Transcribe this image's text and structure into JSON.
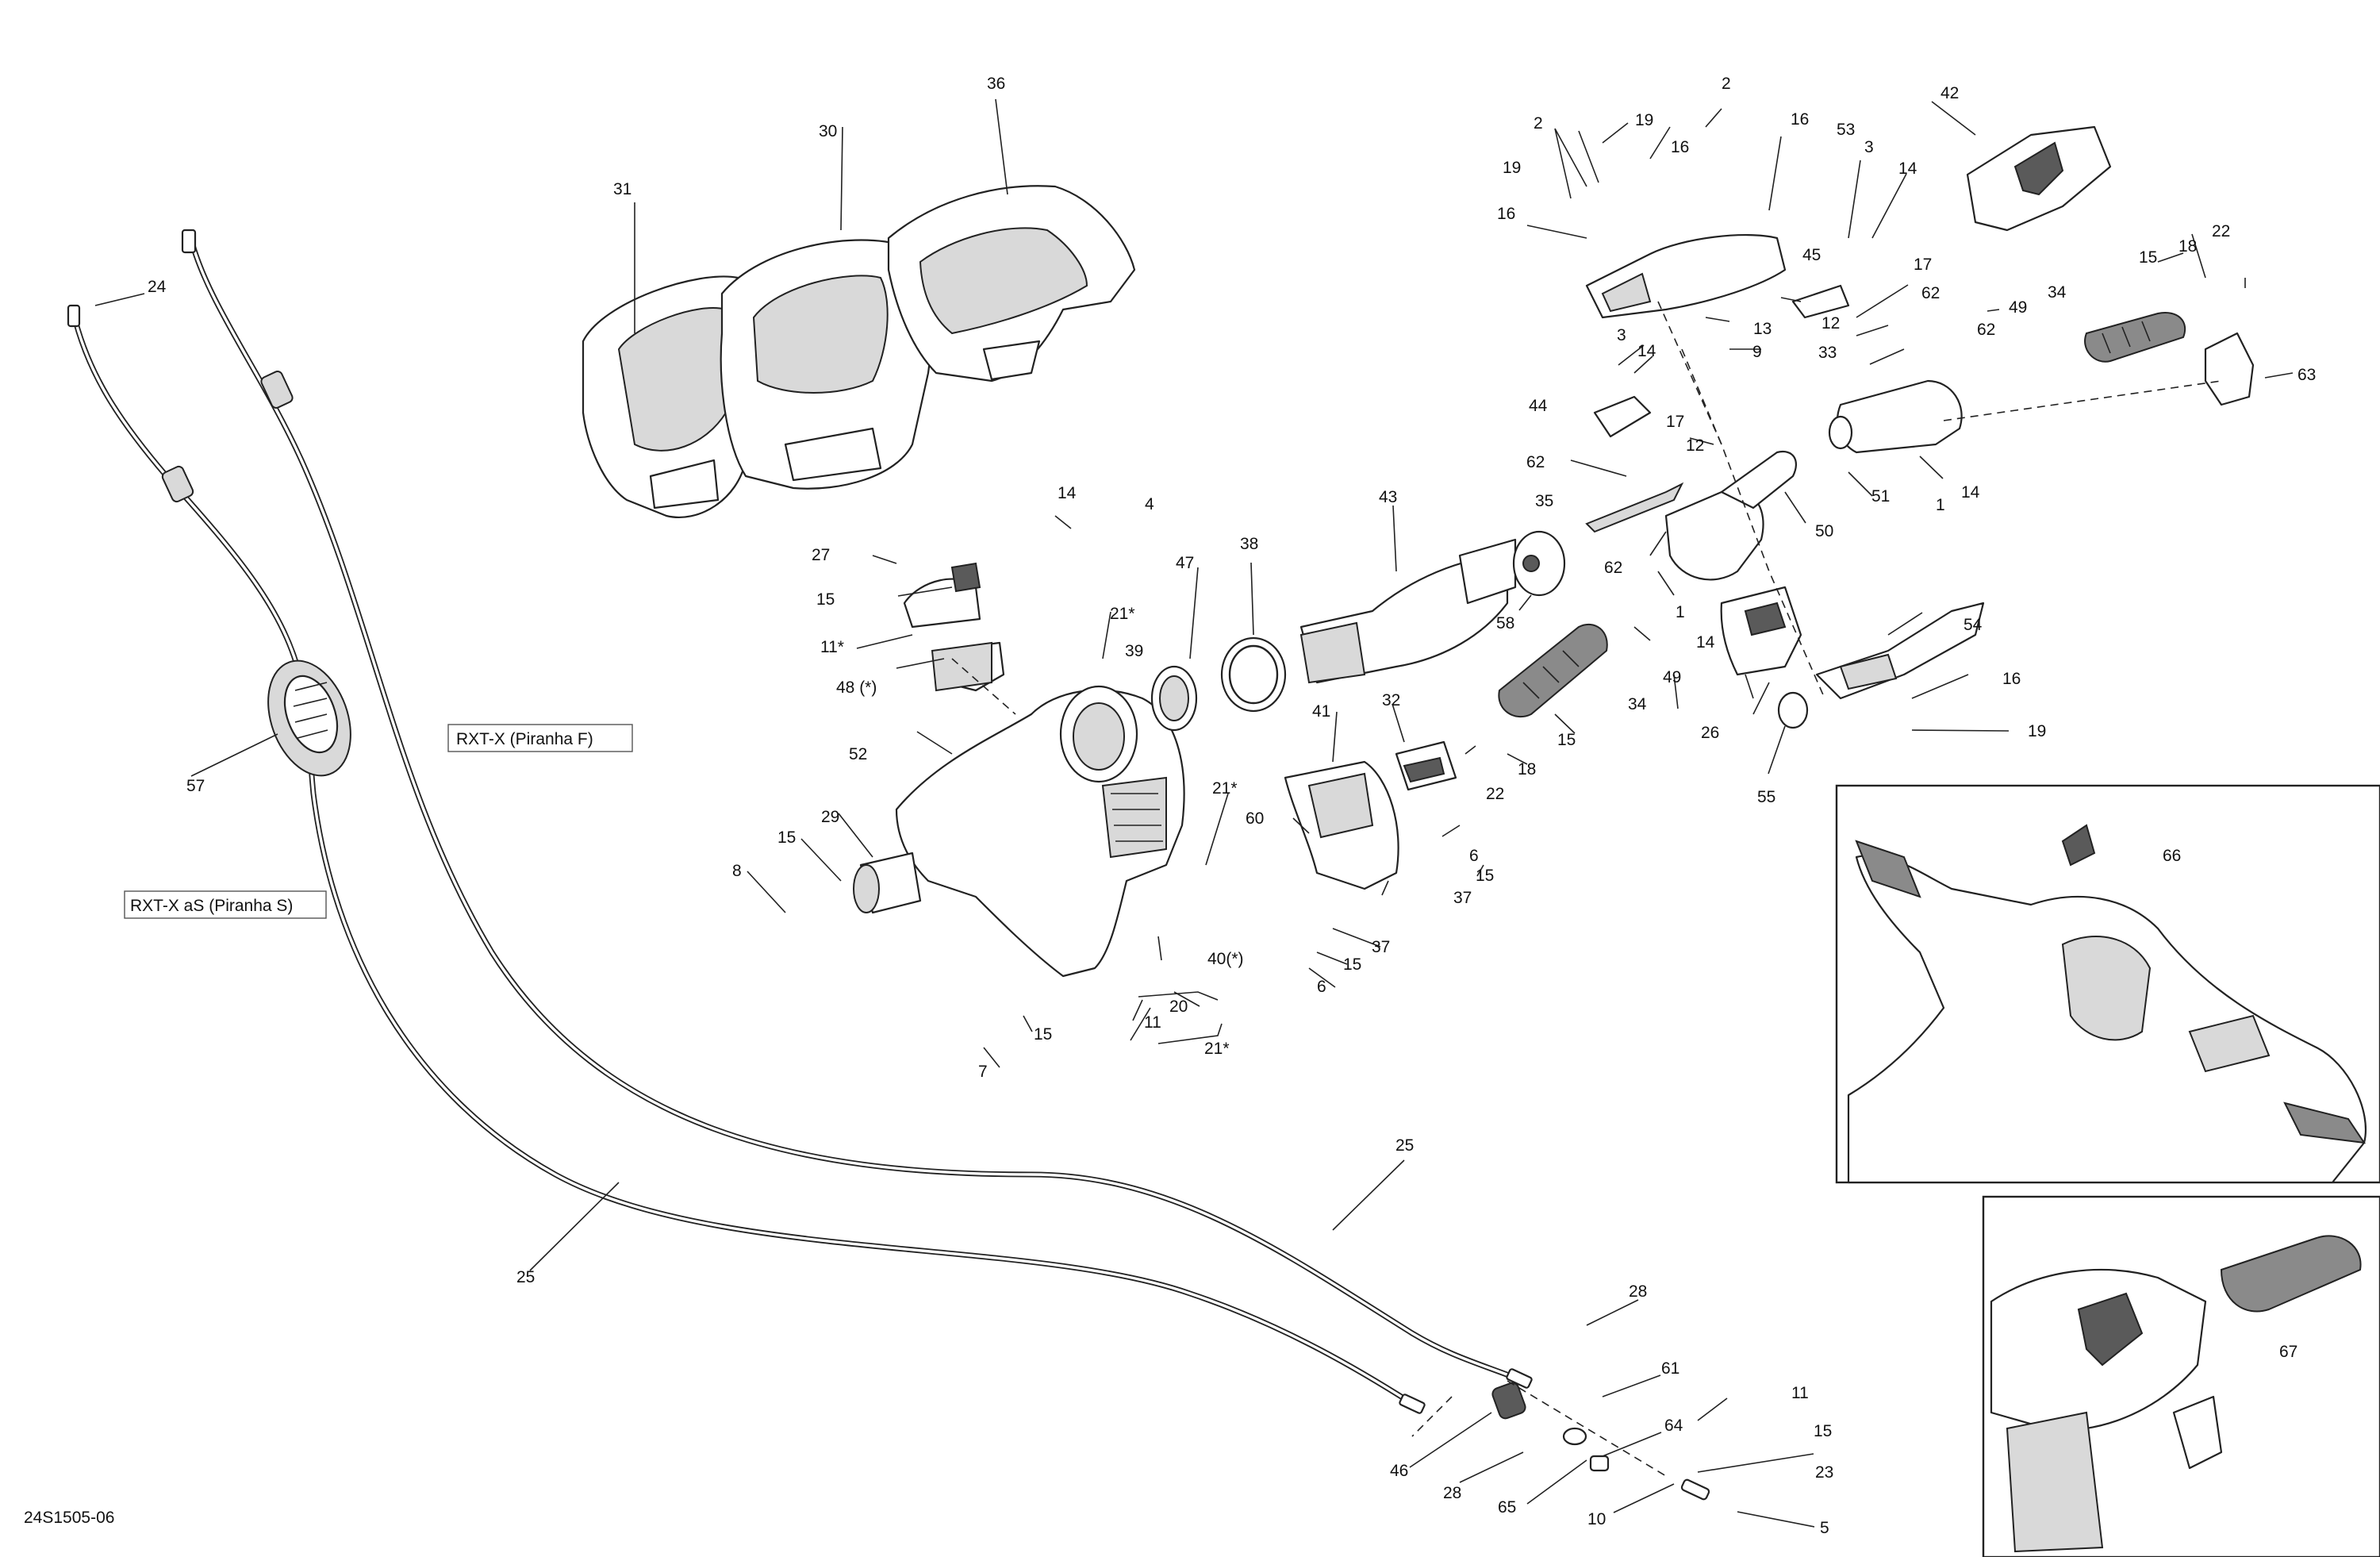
{
  "drawing_number": "24S1505-06",
  "variant_labels": {
    "rxt_x": "RXT-X (Piranha F)",
    "rxt_x_as": "RXT-X aS (Piranha S)"
  },
  "callouts": {
    "c2a": "2",
    "c2b": "2",
    "c19a": "19",
    "c16a": "16",
    "c16b": "16",
    "c19b": "19",
    "c16c": "16",
    "c53": "53",
    "c3a": "3",
    "c14a": "14",
    "c42": "42",
    "c36": "36",
    "c30": "30",
    "c31": "31",
    "c24": "24",
    "c45": "45",
    "c13": "13",
    "c9": "9",
    "c17a": "17",
    "c12a": "12",
    "c62a": "62",
    "c33": "33",
    "c62b": "62",
    "c15a": "15",
    "c18a": "18",
    "c22a": "22",
    "c49a": "49",
    "c34a": "34",
    "c63": "63",
    "c3b": "3",
    "c14b": "14",
    "c44": "44",
    "c17b": "17",
    "c12b": "12",
    "c62c": "62",
    "c51": "51",
    "c1a": "1",
    "c14c": "14",
    "c35": "35",
    "c50": "50",
    "c62d": "62",
    "c14d": "14",
    "c4": "4",
    "c27": "27",
    "c15b": "15",
    "c21a": "21*",
    "c11a": "11*",
    "c39": "39",
    "c48": "48 (*)",
    "c47": "47",
    "c38": "38",
    "c43": "43",
    "c58": "58",
    "c1b": "1",
    "c49b": "49",
    "c14e": "14",
    "c34b": "34",
    "c26": "26",
    "c54": "54",
    "c52": "52",
    "c32": "32",
    "c41": "41",
    "c15c": "15",
    "c18b": "18",
    "c22b": "22",
    "c16d": "16",
    "c19c": "19",
    "c55": "55",
    "c57": "57",
    "c29": "29",
    "c21b": "21*",
    "c60": "60",
    "c6a": "6",
    "c15d": "15",
    "c37a": "37",
    "c8": "8",
    "c15e": "15",
    "c40": "40(*)",
    "c15f": "15",
    "c37b": "37",
    "c6b": "6",
    "c20": "20",
    "c11b": "11",
    "c21c": "21*",
    "c15g": "15",
    "c7": "7",
    "c66": "66",
    "c25a": "25",
    "c25b": "25",
    "c28a": "28",
    "c61": "61",
    "c64": "64",
    "c11c": "11",
    "c15h": "15",
    "c46": "46",
    "c28b": "28",
    "c65": "65",
    "c23": "23",
    "c10": "10",
    "c5": "5",
    "c67": "67"
  }
}
